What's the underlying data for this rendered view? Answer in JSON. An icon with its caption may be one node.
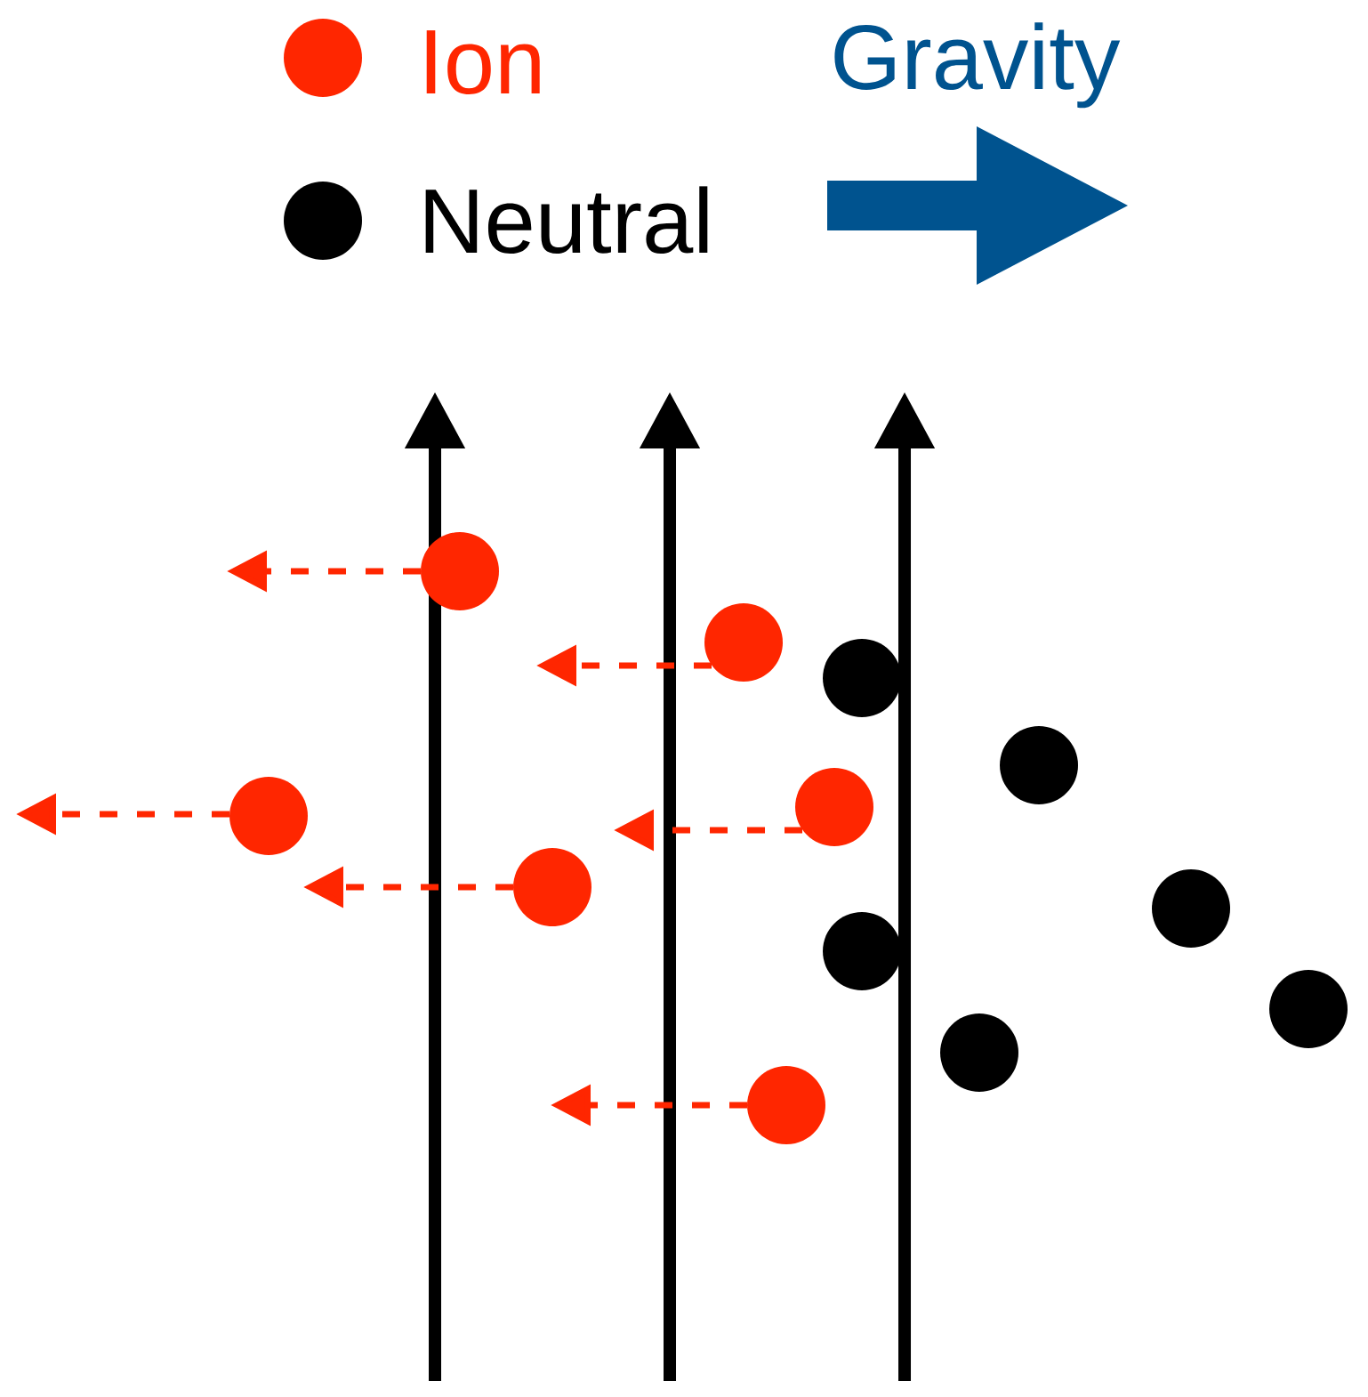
{
  "diagram": {
    "nodes": [
      {
        "text": [],
        "shape": "circle"
      },
      {
        "text": [],
        "shape": "circle"
      },
      {
        "text": [],
        "shape": "circle"
      },
      {
        "text": [],
        "shape": "circle"
      },
      {
        "text": [],
        "shape": "circle"
      },
      {
        "text": [],
        "shape": "circle"
      },
      {
        "text": [],
        "shape": "circle"
      },
      {
        "text": [],
        "shape": "circle"
      },
      {
        "text": [],
        "shape": "circle"
      },
      {
        "text": [],
        "shape": "circle"
      },
      {
        "text": [],
        "shape": "circle"
      },
      {
        "text": [],
        "shape": "circle"
      }
    ],
    "edges": [
      {
        "from": 0,
        "to": null,
        "arrow": "to",
        "style": "dashed"
      },
      {
        "from": 1,
        "to": null,
        "arrow": "to",
        "style": "dashed"
      },
      {
        "from": 4,
        "to": null,
        "arrow": "to",
        "style": "dashed"
      },
      {
        "from": 5,
        "to": null,
        "arrow": "to",
        "style": "dashed"
      },
      {
        "from": 6,
        "to": null,
        "arrow": "to",
        "style": "dashed"
      },
      {
        "from": 11,
        "to": null,
        "arrow": "to",
        "style": "dashed"
      }
    ],
    "labels": [
      "Gravity"
    ],
    "legend": [
      {
        "text": "Ion",
        "color": "#ff2600"
      },
      {
        "text": "Neutral",
        "color": "#000000"
      }
    ]
  }
}
